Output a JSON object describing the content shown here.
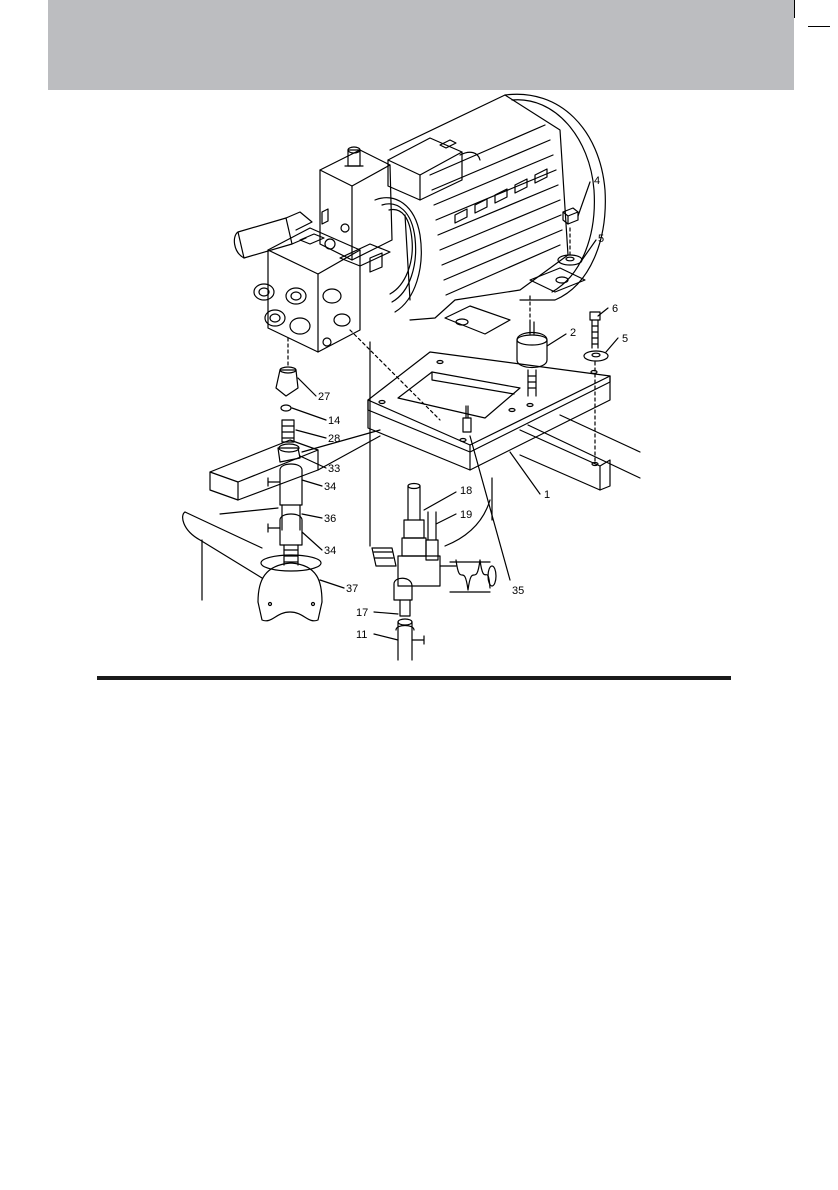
{
  "colors": {
    "header_band": "#bcbdc0",
    "ink": "#000000",
    "rule": "#1a1a1a"
  },
  "diagram": {
    "callouts": [
      {
        "id": "4",
        "label": "4"
      },
      {
        "id": "5a",
        "label": "5"
      },
      {
        "id": "6",
        "label": "6"
      },
      {
        "id": "2",
        "label": "2"
      },
      {
        "id": "5b",
        "label": "5"
      },
      {
        "id": "27",
        "label": "27"
      },
      {
        "id": "14",
        "label": "14"
      },
      {
        "id": "28",
        "label": "28"
      },
      {
        "id": "33",
        "label": "33"
      },
      {
        "id": "34a",
        "label": "34"
      },
      {
        "id": "36",
        "label": "36"
      },
      {
        "id": "34b",
        "label": "34"
      },
      {
        "id": "37",
        "label": "37"
      },
      {
        "id": "18",
        "label": "18"
      },
      {
        "id": "19",
        "label": "19"
      },
      {
        "id": "1",
        "label": "1"
      },
      {
        "id": "35",
        "label": "35"
      },
      {
        "id": "17",
        "label": "17"
      },
      {
        "id": "11",
        "label": "11"
      }
    ]
  }
}
